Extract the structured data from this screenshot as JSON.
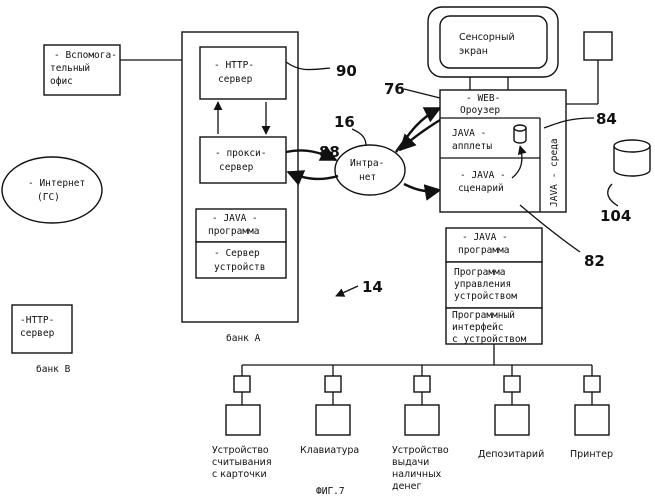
{
  "labels": {
    "back_office": [
      "- Вспомога-",
      "тельный",
      "офис"
    ],
    "internet": [
      "- Интернет",
      "(ГС)"
    ],
    "http_server_a": [
      "- HTTP-",
      "сервер"
    ],
    "proxy_server": [
      "- прокси-",
      "сервер"
    ],
    "java_program_a": [
      "- JAVA -",
      "программа"
    ],
    "device_server": [
      "- Сервер",
      "устройств"
    ],
    "bank_a": "банк А",
    "http_server_b": [
      "-HTTP-",
      "сервер"
    ],
    "bank_b": "банк В",
    "touch_screen": [
      "Сенсорный",
      "экран"
    ],
    "web_browser": [
      "- WEB-",
      "Ороузер"
    ],
    "java_applets": [
      "JAVA -",
      "апплеты"
    ],
    "java_script": [
      "- JAVA -",
      "сценарий"
    ],
    "java_env": "JAVA - среда",
    "intranet": [
      "Интра-",
      "нет"
    ],
    "java_program_b": [
      "- JAVA -",
      "программа"
    ],
    "device_control": [
      "Программа",
      "управления",
      "устройством"
    ],
    "device_interface": [
      "Программный",
      "интерфейс",
      "с устройством"
    ],
    "card_reader": [
      "Устройство",
      "считывания",
      "с карточки"
    ],
    "keyboard": "Клавиатура",
    "cash_dispenser": [
      "Устройство",
      "выдачи",
      "наличных",
      "денег"
    ],
    "depository": "Депозитарий",
    "printer": "Принтер",
    "figure": "ФИГ.7"
  },
  "refs": {
    "r90": "90",
    "r88": "88",
    "r76": "76",
    "r16": "16",
    "r84": "84",
    "r104": "104",
    "r82": "82",
    "r14": "14"
  }
}
